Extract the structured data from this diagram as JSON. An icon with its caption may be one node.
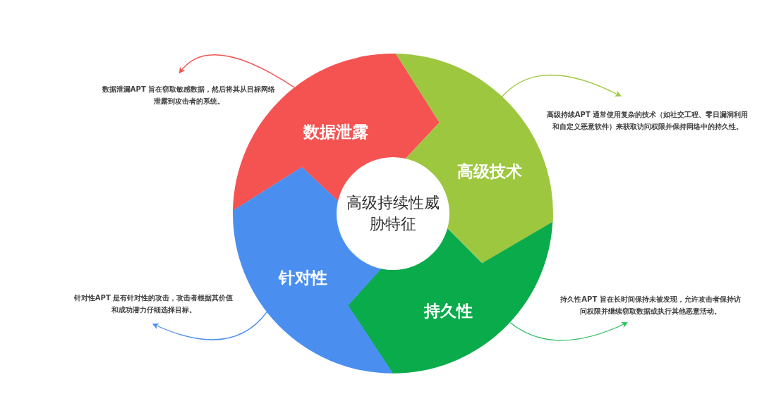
{
  "diagram": {
    "nodes": [
      {
        "text": [
          "数据泄露"
        ]
      },
      {
        "text": [
          "高级技术"
        ]
      },
      {
        "text": [
          "持久性"
        ]
      },
      {
        "text": [
          "针对性"
        ]
      },
      {
        "text": [
          "高级持续性威胁特征"
        ]
      },
      {
        "text": [
          "数据泄漏APT 旨在窃取敏感数据，然后将其从目标网络泄露到攻击者的系统。"
        ]
      },
      {
        "text": [
          "高级持续APT 通常使用复杂的技术（如社交工程、零日漏洞利用和自定义恶意软件）来获取访问权限并保持网络中的持久性。"
        ]
      },
      {
        "text": [
          "持久性APT 旨在长时间保持未被发现，允许攻击者保持访问权限并继续窃取数据或执行其他恶意活动。"
        ]
      },
      {
        "text": [
          "针对性APT 是有针对性的攻击，攻击者根据其价值和成功潜力仔细选择目标。"
        ]
      }
    ],
    "edges": [
      {
        "from": 0,
        "to": 5,
        "arrow": "to",
        "color": "#f45352"
      },
      {
        "from": 1,
        "to": 6,
        "arrow": "to",
        "color": "#9dc73f"
      },
      {
        "from": 2,
        "to": 7,
        "arrow": "to",
        "color": "#2cc060"
      },
      {
        "from": 3,
        "to": 8,
        "arrow": "to",
        "color": "#4a8ff0"
      }
    ]
  }
}
